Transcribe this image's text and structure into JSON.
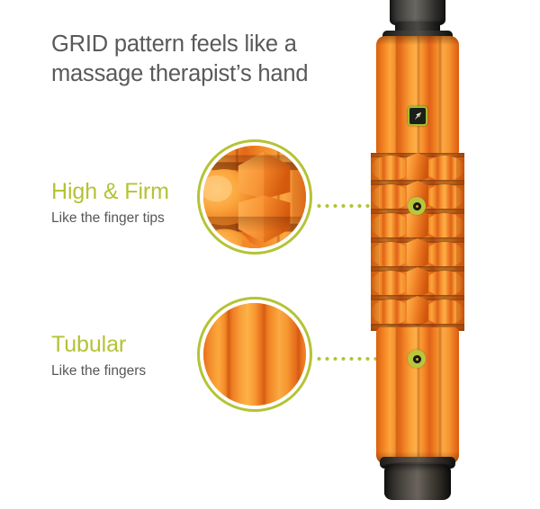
{
  "headline": {
    "line1": "GRID pattern feels like a",
    "line2": "massage therapist’s hand"
  },
  "callouts": [
    {
      "id": "high-firm",
      "title": "High & Firm",
      "subtitle": "Like the finger tips",
      "magnifier_alt": "Close-up of high firm raised nub pattern on foam roller"
    },
    {
      "id": "tubular",
      "title": "Tubular",
      "subtitle": "Like the fingers",
      "magnifier_alt": "Close-up of smooth tubular ridge section of foam roller"
    }
  ],
  "product": {
    "name": "GRID foam roller",
    "brand_logo_alt": "TriggerPoint arrow logo",
    "body_color": "#f3912c",
    "cap_color": "#2c2a28"
  },
  "colors": {
    "accent_green": "#b4c335",
    "logo_green": "#9cc02c",
    "heading_gray": "#595959",
    "body_gray": "#575757",
    "orange": "#f3912c",
    "marker_green": "#b9c63c",
    "background": "#ffffff"
  }
}
